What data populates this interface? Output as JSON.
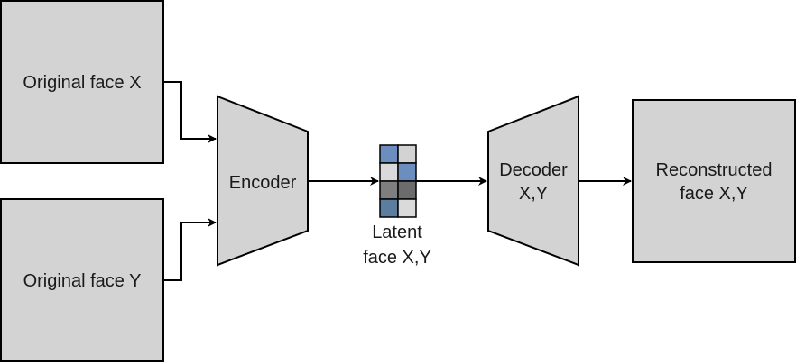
{
  "nodes": {
    "original_x": {
      "label": "Original face X"
    },
    "original_y": {
      "label": "Original face Y"
    },
    "encoder": {
      "label": "Encoder"
    },
    "latent": {
      "label_line1": "Latent",
      "label_line2": "face X,Y"
    },
    "decoder": {
      "label_line1": "Decoder",
      "label_line2": "X,Y"
    },
    "reconstructed": {
      "label_line1": "Reconstructed",
      "label_line2": "face X,Y"
    }
  },
  "colors": {
    "box_fill": "#d3d3d3",
    "stroke": "#000000",
    "latent_cells": [
      "#6c8ebf",
      "#d3d3d3",
      "#dadada",
      "#6c8ebf",
      "#7f7f7f",
      "#6c6c6c",
      "#5a7da0",
      "#dadada"
    ]
  }
}
